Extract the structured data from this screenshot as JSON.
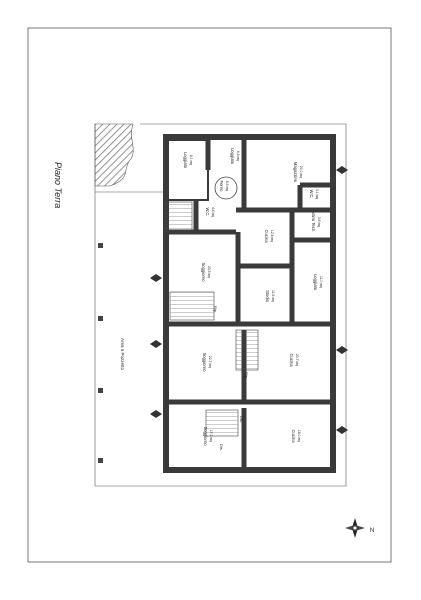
{
  "sheet_title": "Piano Terra",
  "courtyard_label": "Area a Pozzetto",
  "compass_letter": "N",
  "rooms": [
    {
      "id": "loggiato-1",
      "name": "Loggiato",
      "area": "8.1 mq"
    },
    {
      "id": "loggiato-2",
      "name": "Loggiato",
      "area": "6.8 mq"
    },
    {
      "id": "forno",
      "name": "Forno",
      "area": "6.5 mq"
    },
    {
      "id": "magazzino",
      "name": "Magazzino",
      "area": "20.0 mq"
    },
    {
      "id": "wc-1",
      "name": "W.C.",
      "area": "3.1 mq"
    },
    {
      "id": "wc-2",
      "name": "W.C.",
      "area": "4.4 mq"
    },
    {
      "id": "cucina-1",
      "name": "Cucina",
      "area": "12.8 mq"
    },
    {
      "id": "vano-tecnico",
      "name": "Vano Tecn.",
      "area": "3.6 mq"
    },
    {
      "id": "soggiorno-1",
      "name": "Soggiorno",
      "area": "23.5 mq"
    },
    {
      "id": "loggiato-3",
      "name": "Loggiato",
      "area": "11.0 mq"
    },
    {
      "id": "studio",
      "name": "Studio",
      "area": "11.6 mq"
    },
    {
      "id": "soggiorno-2",
      "name": "Soggiorno",
      "area": "22.7 mq"
    },
    {
      "id": "cucina-2",
      "name": "Cucina",
      "area": "20.7 mq"
    },
    {
      "id": "soggiorno-3",
      "name": "Soggiorno",
      "area": "17.2 mq"
    },
    {
      "id": "cucina-3",
      "name": "Cucina",
      "area": "18.0 mq"
    }
  ],
  "stair_labels": [
    "Rip.",
    "Rip.",
    "Dis.",
    "Dis."
  ],
  "colors": {
    "wall": "#3a3a3a",
    "hatch": "#777777",
    "line": "#444444"
  }
}
